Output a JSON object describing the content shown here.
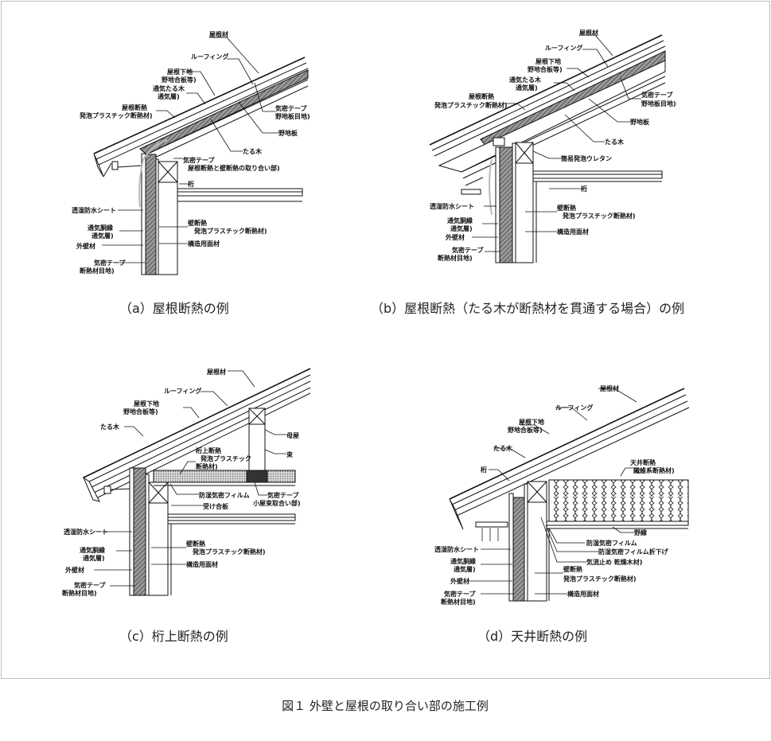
{
  "figure_caption": "図１ 外壁と屋根の取り合い部の施工例",
  "panels": {
    "a": {
      "caption": "（a）屋根断熱の例",
      "labels": {
        "roof_material": "屋根材",
        "roofing": "ルーフィング",
        "roof_base_1": "屋根下地",
        "roof_base_2": "野地合板等)",
        "vent_rafter_1": "通気たる木",
        "vent_rafter_2": "通気層)",
        "roof_insul_1": "屋根断熱",
        "roof_insul_2": "発泡プラスチック断熱材)",
        "airtight_tape_1": "気密テープ",
        "airtight_tape_2": "野地板目地)",
        "sheathing": "野地板",
        "rafter": "たる木",
        "airtight_tape_b_1": "気密テープ",
        "airtight_tape_b_2": "屋根断熱と壁断熱の取り合い部)",
        "beam": "桁",
        "wrb": "透湿防水シート",
        "furring_1": "通気胴縁",
        "furring_2": "通気層)",
        "siding": "外壁材",
        "wall_insul_1": "壁断熱",
        "wall_insul_2": "発泡プラスチック断熱材)",
        "structural_panel": "構造用面材",
        "airtight_tape_c_1": "気密テープ",
        "airtight_tape_c_2": "断熱材目地)"
      }
    },
    "b": {
      "caption": "（b）屋根断熱（たる木が断熱材を貫通する場合）の例",
      "labels": {
        "roof_material": "屋根材",
        "roofing": "ルーフィング",
        "roof_base_1": "屋根下地",
        "roof_base_2": "野地合板等)",
        "vent_rafter_1": "通気たる木",
        "vent_rafter_2": "通気層)",
        "roof_insul_1": "屋根断熱",
        "roof_insul_2": "発泡プラスチック断熱材)",
        "airtight_tape_1": "気密テープ",
        "airtight_tape_2": "野地板目地)",
        "sheathing": "野地板",
        "rafter": "たる木",
        "spray_urethane": "簡易発泡ウレタン",
        "beam": "桁",
        "wrb": "透湿防水シート",
        "furring_1": "通気胴縁",
        "furring_2": "通気層)",
        "siding": "外壁材",
        "wall_insul_1": "壁断熱",
        "wall_insul_2": "発泡プラスチック断熱材)",
        "structural_panel": "構造用面材",
        "airtight_tape_c_1": "気密テープ",
        "airtight_tape_c_2": "断熱材目地)"
      }
    },
    "c": {
      "caption": "（c）桁上断熱の例",
      "labels": {
        "roof_material": "屋根材",
        "roofing": "ルーフィング",
        "roof_base_1": "屋根下地",
        "roof_base_2": "野地合板等)",
        "rafter": "たる木",
        "purlin": "母屋",
        "strut": "束",
        "beam_insul_1": "桁上断熱",
        "beam_insul_2": "発泡プラスチック",
        "beam_insul_3": "断熱材)",
        "vapor_film": "防湿気密フィルム",
        "subfloor": "受け合板",
        "airtight_tape_1": "気密テープ",
        "airtight_tape_2": "小屋束取合い部)",
        "wrb": "透湿防水シート",
        "furring_1": "通気胴縁",
        "furring_2": "通気層)",
        "siding": "外壁材",
        "wall_insul_1": "壁断熱",
        "wall_insul_2": "発泡プラスチック断熱材)",
        "structural_panel": "構造用面材",
        "airtight_tape_c_1": "気密テープ",
        "airtight_tape_c_2": "断熱材目地)"
      }
    },
    "d": {
      "caption": "（d）天井断熱の例",
      "labels": {
        "roof_material": "屋根材",
        "roofing": "ルーフィング",
        "roof_base_1": "屋根下地",
        "roof_base_2": "野地合板等)",
        "rafter": "たる木",
        "beam": "桁",
        "ceiling_insul_1": "天井断熱",
        "ceiling_insul_2": "繊維系断熱材)",
        "joist": "野縁",
        "vapor_film": "防湿気密フィルム",
        "film_fold": "防湿気密フィルム折下げ",
        "air_stop": "気流止め 乾燥木材)",
        "wrb": "透湿防水シート",
        "furring_1": "通気胴縁",
        "furring_2": "通気層)",
        "siding": "外壁材",
        "wall_insul_1": "壁断熱",
        "wall_insul_2": "発泡プラスチック断熱材)",
        "structural_panel": "構造用面材",
        "airtight_tape_c_1": "気密テープ",
        "airtight_tape_c_2": "断熱材目地)"
      }
    }
  }
}
